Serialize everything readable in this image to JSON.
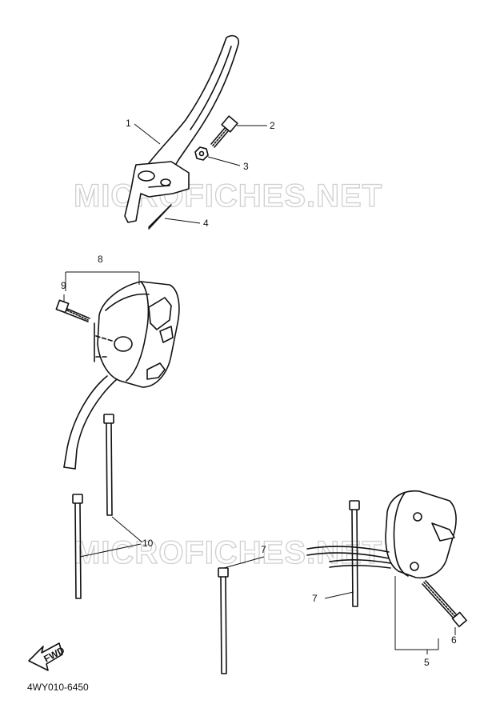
{
  "watermark": "MICROFICHES.NET",
  "diagram_code": "4WY010-6450",
  "fwd_label": "FWD",
  "callouts": {
    "c1": "1",
    "c2": "2",
    "c3": "3",
    "c4": "4",
    "c5": "5",
    "c6": "6",
    "c7a": "7",
    "c7b": "7",
    "c8": "8",
    "c9": "9",
    "c10": "10"
  }
}
